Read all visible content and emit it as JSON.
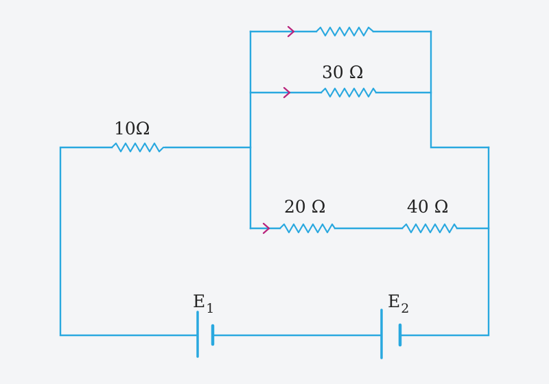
{
  "colors": {
    "background": "#f4f5f7",
    "wire": "#29a8df",
    "current_arrow": "#b8237c",
    "text": "#222222"
  },
  "resistors": {
    "r10": "10Ω",
    "r30": "30 Ω",
    "r20": "20 Ω",
    "r40": "40 Ω",
    "top": ""
  },
  "batteries": {
    "e1": {
      "letter": "E",
      "subscript": "1"
    },
    "e2": {
      "letter": "E",
      "subscript": "2"
    }
  },
  "current_arrows": [
    "arrow-icon",
    "arrow-icon",
    "arrow-icon"
  ]
}
